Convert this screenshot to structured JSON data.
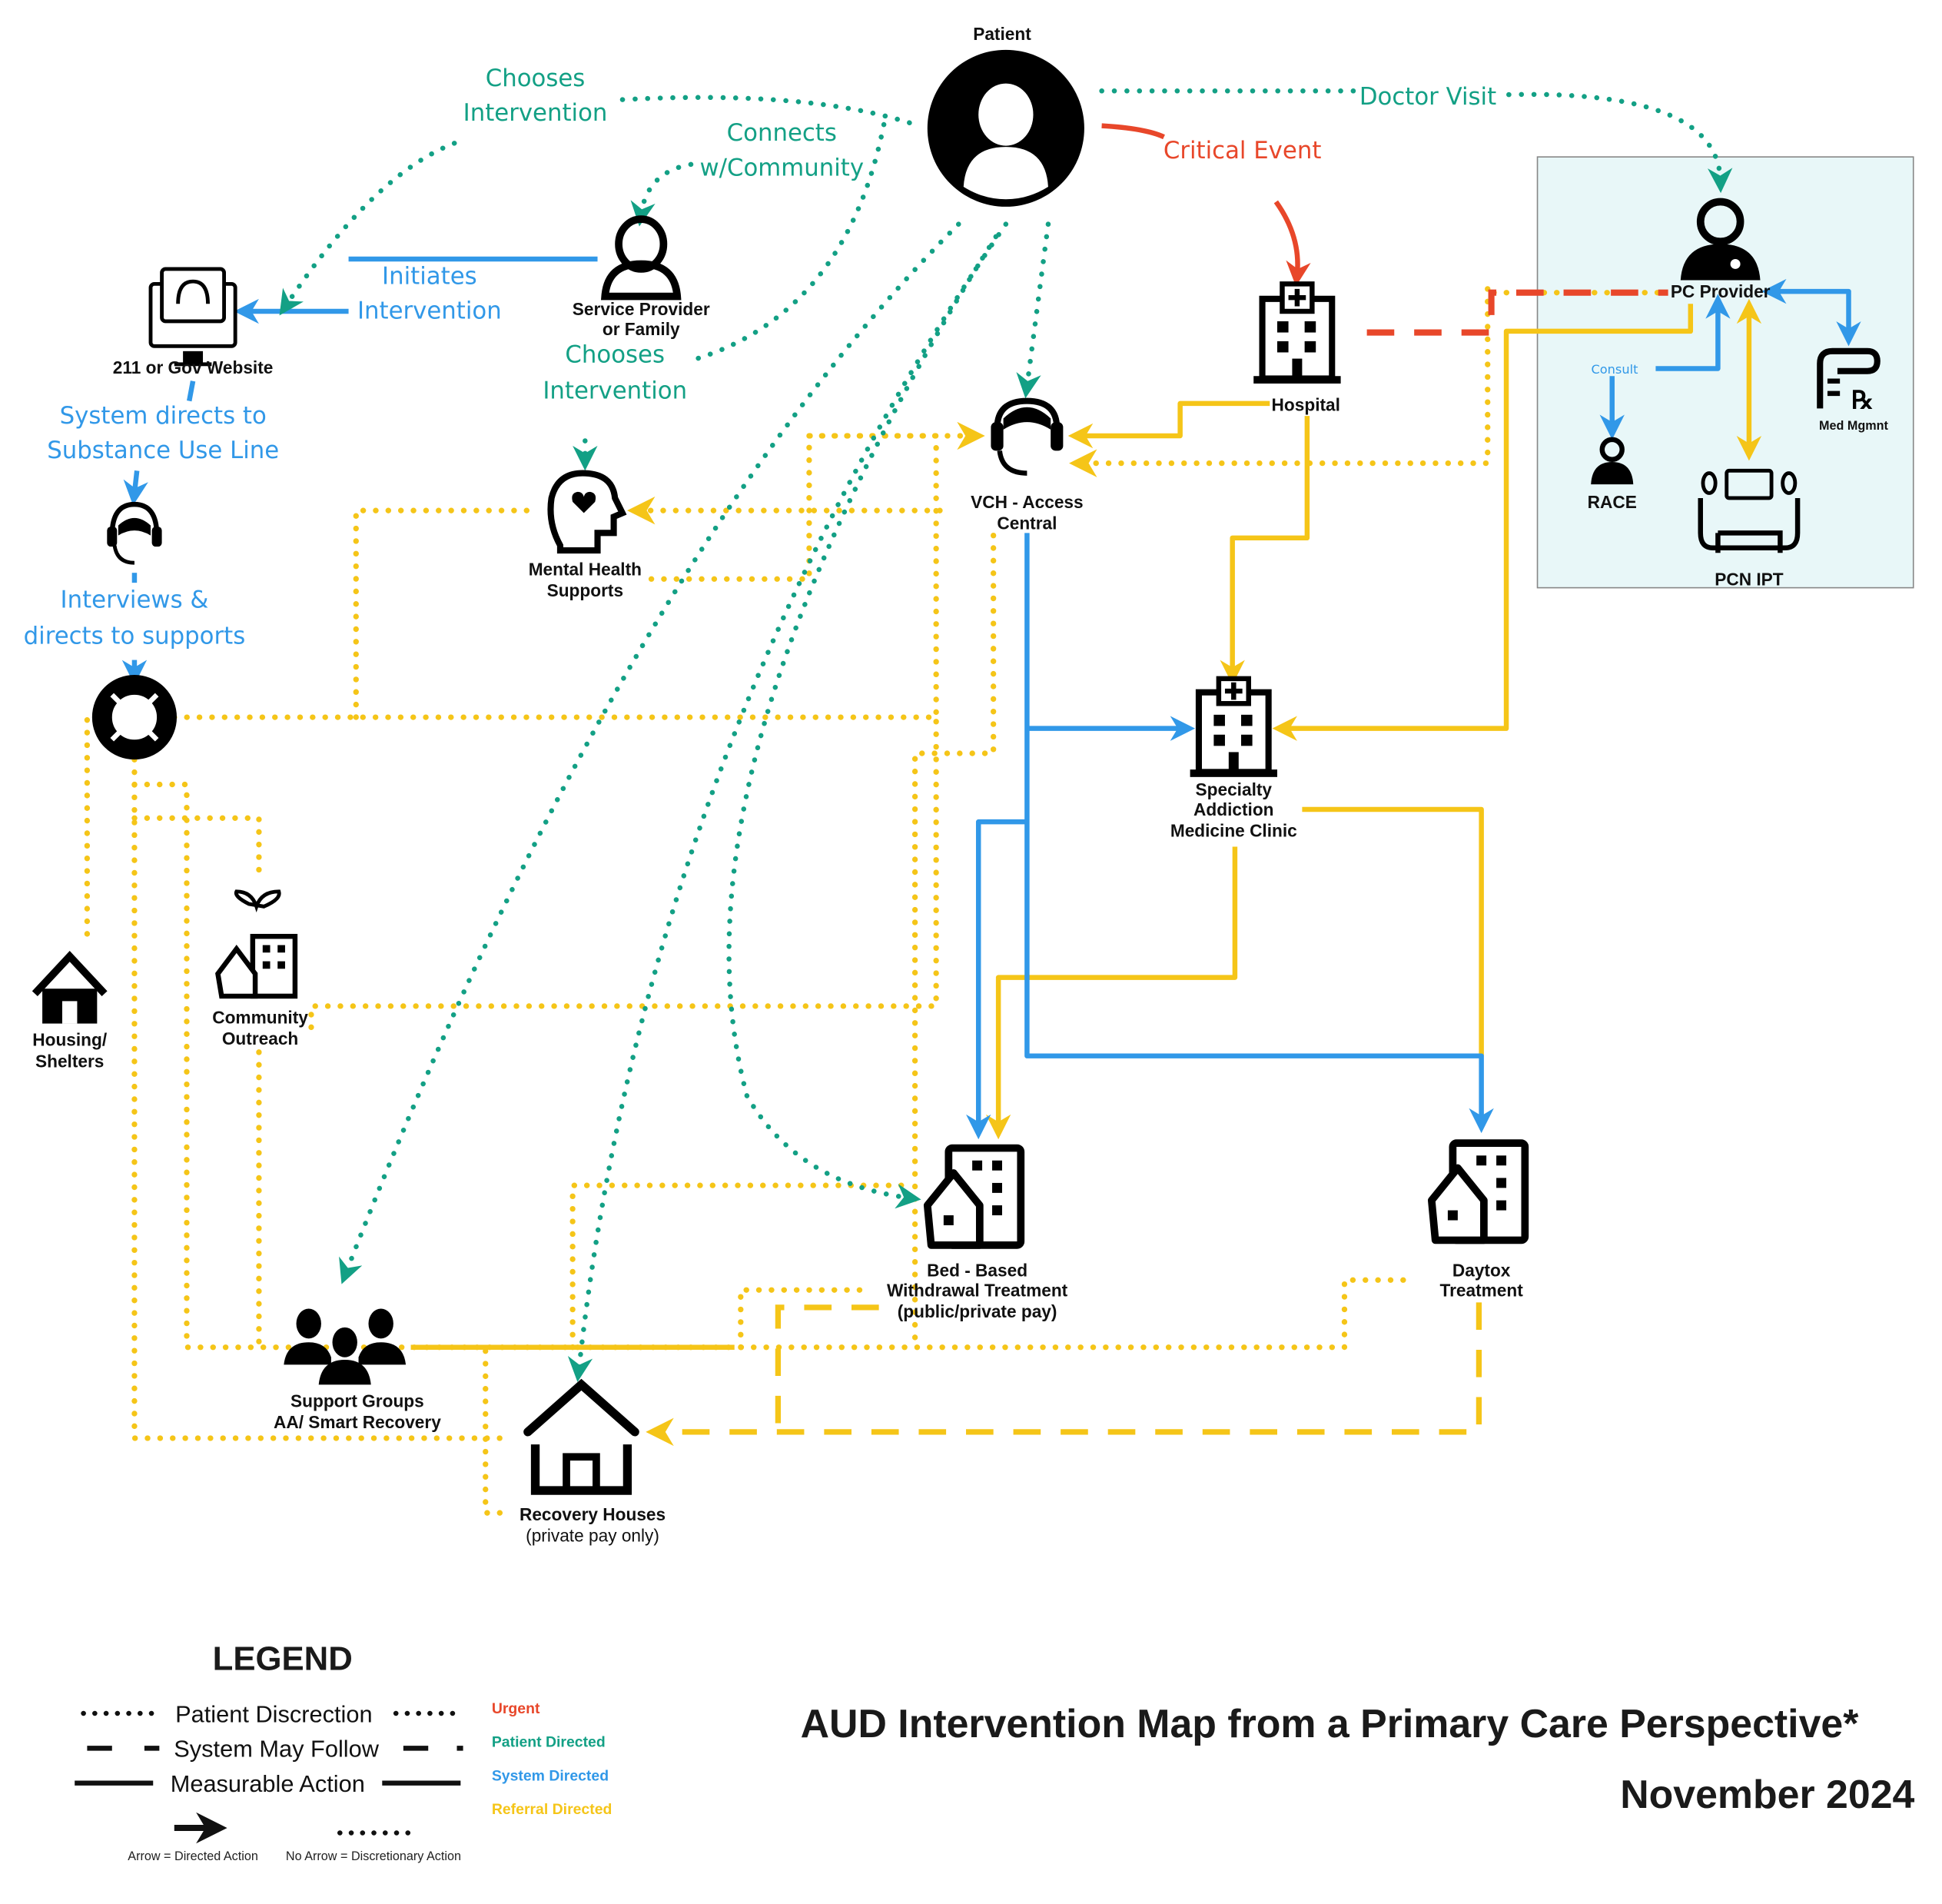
{
  "title": "AUD Intervention Map from a Primary Care Perspective*",
  "date": "November 2024",
  "colors": {
    "urgent": "#e8472a",
    "patient_directed": "#13a085",
    "system_directed": "#3198e8",
    "referral_directed": "#f5c518",
    "pc_box_fill": "#e8f7f8"
  },
  "nodes": {
    "patient": "Patient",
    "service_provider": [
      "Service Provider",
      "or Family"
    ],
    "gov_website": "211 or Gov Website",
    "substance_line": "",
    "mental_health": [
      "Mental Health",
      "Supports"
    ],
    "vch": [
      "VCH - Access",
      "Central"
    ],
    "hospital": "Hospital",
    "pc_provider": "PC Provider",
    "race": "RACE",
    "med_mgmt": "Med Mgmnt",
    "pcn_ipt": "PCN IPT",
    "specialty": [
      "Specialty",
      "Addiction",
      "Medicine Clinic"
    ],
    "housing": [
      "Housing/",
      "Shelters"
    ],
    "community": [
      "Community",
      "Outreach"
    ],
    "bed_based": [
      "Bed - Based",
      "Withdrawal Treatment",
      "(public/private pay)"
    ],
    "daytox": [
      "Daytox",
      "Treatment"
    ],
    "support_groups": [
      "Support Groups",
      "AA/ Smart Recovery"
    ],
    "recovery_houses": [
      "Recovery Houses",
      "(private pay only)"
    ]
  },
  "flow_labels": {
    "chooses_intervention_1": [
      "Chooses",
      "Intervention"
    ],
    "connects_community": [
      "Connects",
      "w/Community"
    ],
    "doctor_visit": "Doctor Visit",
    "critical_event": "Critical Event",
    "initiates_intervention": [
      "Initiates",
      "Intervention"
    ],
    "chooses_intervention_2": [
      "Chooses",
      "Intervention"
    ],
    "system_directs": [
      "System directs to",
      "Substance Use Line"
    ],
    "interviews": [
      "Interviews &",
      "directs to supports"
    ],
    "consult": "Consult"
  },
  "legend": {
    "title": "LEGEND",
    "line_styles": [
      "Patient Discrection",
      "System May Follow",
      "Measurable Action"
    ],
    "color_keys": [
      "Urgent",
      "Patient Directed",
      "System Directed",
      "Referral Directed"
    ],
    "arrow_note": "Arrow = Directed Action",
    "no_arrow_note": "No Arrow = Discretionary  Action"
  },
  "icons": {
    "patient": "user-circle-icon",
    "service_provider": "user-icon",
    "gov_website": "computer-support-icon",
    "substance_line": "headset-icon",
    "lifebuoy": "lifebuoy-icon",
    "mental_health": "head-heart-icon",
    "vch": "headset-icon",
    "hospital": "hospital-icon",
    "pc_provider": "doctor-icon",
    "race": "doctor-icon",
    "med_mgmt": "prescription-icon",
    "pcn_ipt": "consultation-icon",
    "specialty": "hospital-icon",
    "housing": "house-icon",
    "community": "community-building-icon",
    "bed_based": "building-icon",
    "daytox": "building-icon",
    "support_groups": "group-icon",
    "recovery_houses": "house-icon"
  }
}
